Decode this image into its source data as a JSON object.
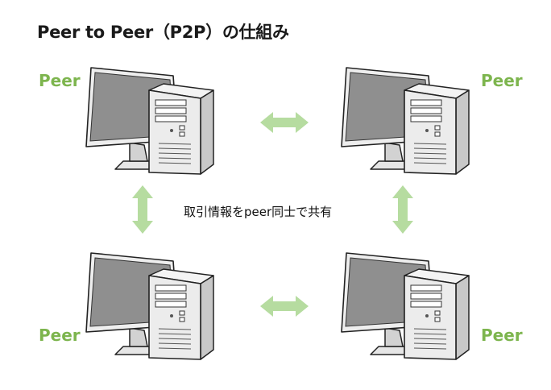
{
  "title": "Peer to Peer（P2P）の仕組み",
  "center_label": "取引情報をpeer同士で共有",
  "peers": [
    {
      "label": "Peer"
    },
    {
      "label": "Peer"
    },
    {
      "label": "Peer"
    },
    {
      "label": "Peer"
    }
  ],
  "colors": {
    "accent_green": "#7db54e",
    "arrow_green": "#b6dca0",
    "screen_gray": "#8f8f8f"
  }
}
